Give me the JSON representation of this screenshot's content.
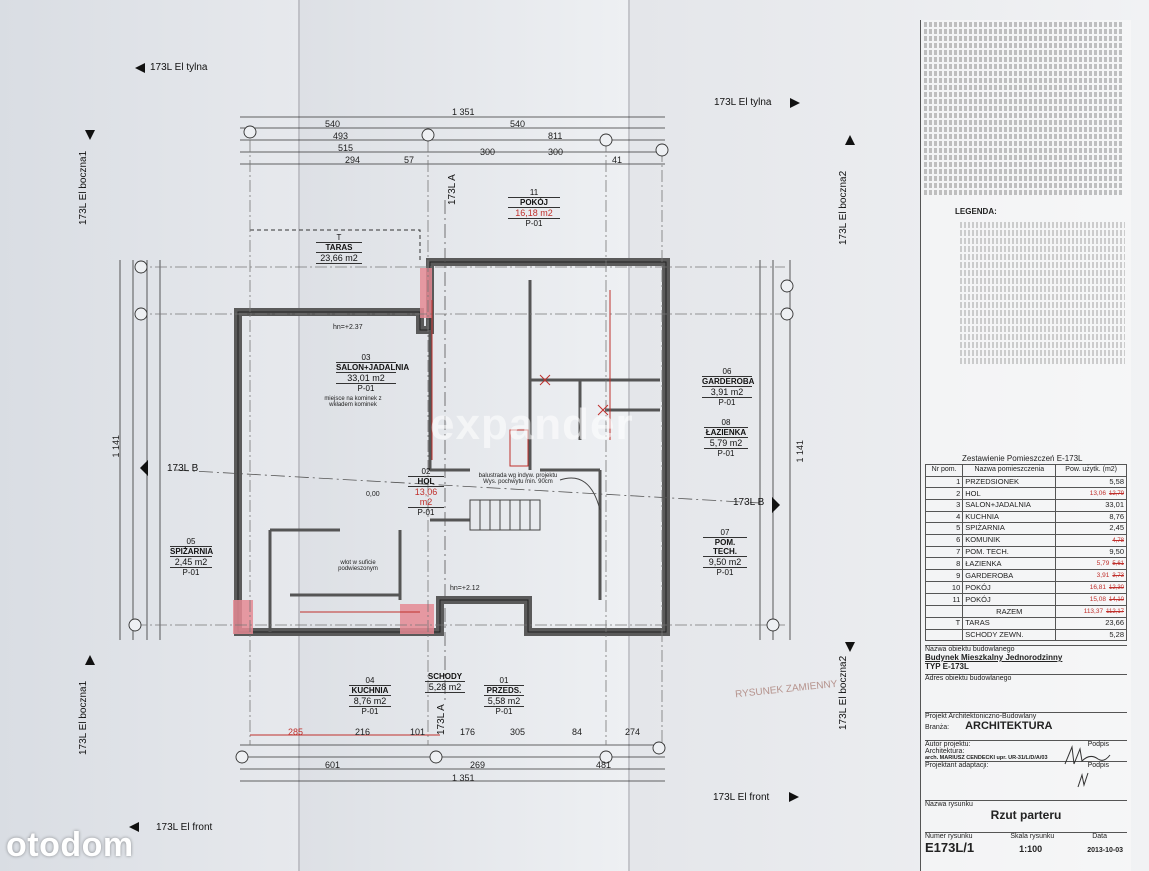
{
  "elevations": {
    "rear_left": "173L El tylna",
    "rear_right": "173L El tylna",
    "side1_top": "173L El boczna1",
    "side1_bottom": "173L El boczna1",
    "side2_top": "173L El boczna2",
    "side2_bottom": "173L El boczna2",
    "front_left": "173L El front",
    "front_right": "173L El front",
    "section_a_top": "173L A",
    "section_a_bottom": "173L A",
    "section_b_left": "173L B",
    "section_b_right": "173L B"
  },
  "rooms": [
    {
      "num": "03",
      "name": "SALON+JADALNIA",
      "area": "33,01 m2",
      "code": "P-01"
    },
    {
      "num": "11",
      "name": "POKÓJ",
      "area": "16,18 m2",
      "code": "P-01",
      "red": true
    },
    {
      "num": "T",
      "name": "TARAS",
      "area": "23,66 m2",
      "code": ""
    },
    {
      "num": "06",
      "name": "GARDEROBA",
      "area": "3,91 m2",
      "code": "P-01"
    },
    {
      "num": "08",
      "name": "ŁAZIENKA",
      "area": "5,79 m2",
      "code": "P-01"
    },
    {
      "num": "02",
      "name": "HOL",
      "area": "13,06 m2",
      "code": "P-01",
      "red": true
    },
    {
      "num": "05",
      "name": "SPIŻARNIA",
      "area": "2,45 m2",
      "code": "P-01"
    },
    {
      "num": "07",
      "name": "POM. TECH.",
      "area": "9,50 m2",
      "code": "P-01"
    },
    {
      "num": "04",
      "name": "KUCHNIA",
      "area": "8,76 m2",
      "code": "P-01"
    },
    {
      "num": "",
      "name": "SCHODY",
      "area": "5,28 m2",
      "code": ""
    },
    {
      "num": "01",
      "name": "PRZEDS.",
      "area": "5,58 m2",
      "code": "P-01"
    }
  ],
  "annotations": {
    "fireplace": "miejsce na kominek z wkładem kominek",
    "balustrade": "balustrada wg indyw. projektu Wys. pochwytu min. 90cm",
    "fridge": "wlot w suficie podwieszonym",
    "hn1": "hn=+2.37",
    "hn2": "hn=+2.12",
    "level": "0,00"
  },
  "dimensions": {
    "top_total": "1 351",
    "bottom_total": "1 351",
    "top_row": [
      "540",
      "540",
      "811"
    ],
    "top_row2": [
      "493",
      "515",
      "294",
      "57",
      "300",
      "300",
      "41"
    ],
    "bottom_row": [
      "285",
      "216",
      "101",
      "176",
      "305",
      "84",
      "274"
    ],
    "bottom_row2": [
      "601",
      "269",
      "481"
    ],
    "left_total": "1 141",
    "right_total": "1 141"
  },
  "legend_title": "LEGENDA:",
  "schedule": {
    "title": "Zestawienie Pomieszczeń E-173L",
    "headers": [
      "Nr pom.",
      "Nazwa pomieszczenia",
      "Pow. użytk. (m2)"
    ],
    "rows": [
      {
        "nr": "1",
        "name": "PRZEDSIONEK",
        "area": "5,58",
        "old": ""
      },
      {
        "nr": "2",
        "name": "HOL",
        "area": "13,06",
        "old": "12,79"
      },
      {
        "nr": "3",
        "name": "SALON+JADALNIA",
        "area": "33,01",
        "old": ""
      },
      {
        "nr": "4",
        "name": "KUCHNIA",
        "area": "8,76",
        "old": ""
      },
      {
        "nr": "5",
        "name": "SPIŻARNIA",
        "area": "2,45",
        "old": ""
      },
      {
        "nr": "6",
        "name": "KOMUNIK",
        "area": "",
        "old": "4,78"
      },
      {
        "nr": "7",
        "name": "POM. TECH.",
        "area": "9,50",
        "old": ""
      },
      {
        "nr": "8",
        "name": "ŁAZIENKA",
        "area": "5,79",
        "old": "5,61"
      },
      {
        "nr": "9",
        "name": "GARDEROBA",
        "area": "3,91",
        "old": "3,73"
      },
      {
        "nr": "10",
        "name": "POKÓJ",
        "area": "16,81",
        "old": "12,30"
      },
      {
        "nr": "11",
        "name": "POKÓJ",
        "area": "15,08",
        "old": "14,10"
      },
      {
        "nr": "",
        "name": "RAZEM",
        "area": "113,37",
        "old": "112,17"
      },
      {
        "nr": "T",
        "name": "TARAS",
        "area": "23,66",
        "old": ""
      },
      {
        "nr": "",
        "name": "SCHODY ZEWN.",
        "area": "5,28",
        "old": ""
      }
    ]
  },
  "title_block": {
    "object_label": "Nazwa obiektu budowlanego",
    "object_name": "Budynek Mieszkalny Jednorodzinny",
    "object_type": "TYP E-173L",
    "address_label": "Adres obiektu budowlanego",
    "project_label": "Projekt Architektoniczno-Budowlany",
    "branch_label": "Branża:",
    "branch": "ARCHITEKTURA",
    "author_label": "Autor projektu:",
    "architecture_label": "Architektura:",
    "architect": "arch. MARIUSZ CENDECKI upr. UR-31/L/D/A/03",
    "signature_label": "Podpis",
    "adapter_label": "Projektant adaptacji:",
    "signature_label2": "Podpis",
    "drawing_label": "Nazwa rysunku",
    "drawing_name": "Rzut parteru",
    "number_label": "Numer rysunku",
    "scale_label": "Skala rysunku",
    "date_label": "Data",
    "number": "E173L/1",
    "scale": "1:100",
    "date": "2013-10-03"
  },
  "stamp": "RYSUNEK ZAMIENNY",
  "watermark": "expander",
  "logo": "otodom"
}
